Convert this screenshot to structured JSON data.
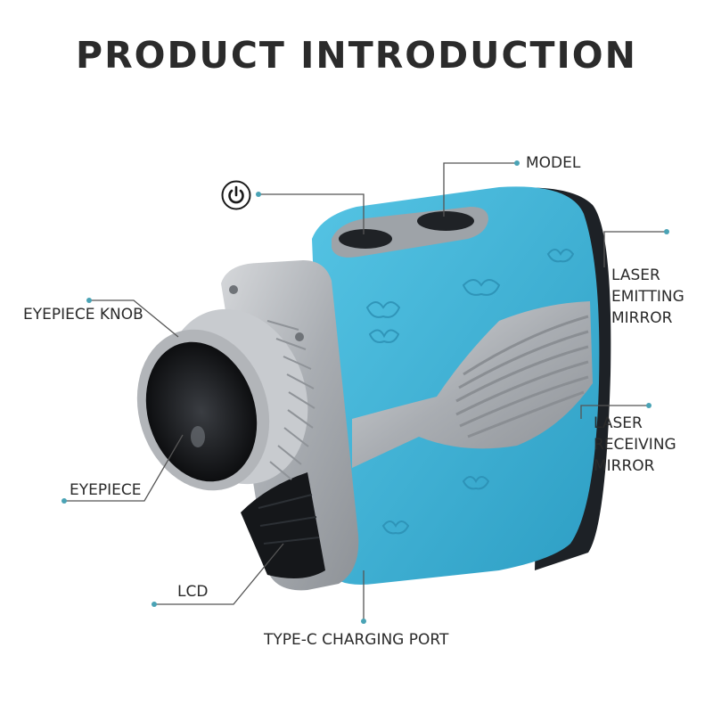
{
  "title": "PRODUCT INTRODUCTION",
  "callouts": {
    "model": "MODEL",
    "laser_emitting": [
      "LASER",
      "EMITTING",
      "MIRROR"
    ],
    "laser_receiving": [
      "LASER",
      "RECEIVING",
      "MIRROR"
    ],
    "eyepiece_knob": "EYEPIECE KNOB",
    "eyepiece": "EYEPIECE",
    "lcd": "LCD",
    "type_c": "TYPE-C CHARGING PORT"
  },
  "icons": {
    "power": "power-icon"
  },
  "colors": {
    "body_blue": "#3fb4d8",
    "body_dark": "#1f2328",
    "metal": "#b9bcc0",
    "leader_line": "#555555",
    "leader_dot": "#4aa3b5"
  }
}
